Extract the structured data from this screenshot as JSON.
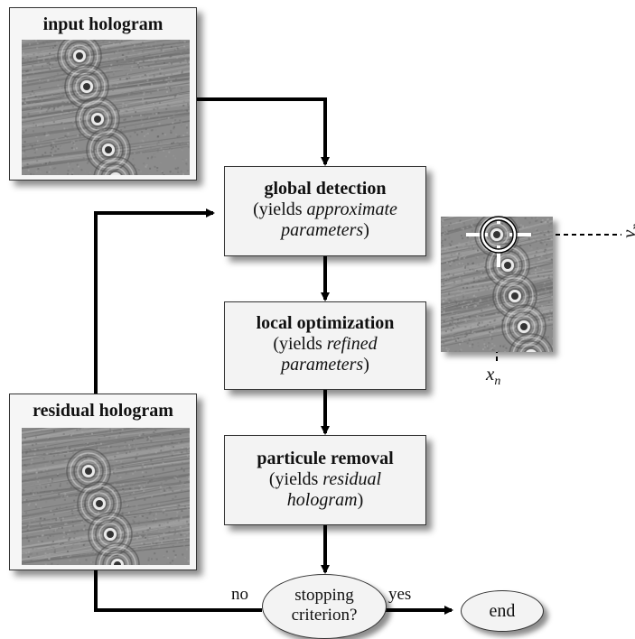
{
  "input_box": {
    "title": "input hologram"
  },
  "residual_box": {
    "title": "residual hologram"
  },
  "global_detection": {
    "title": "global detection",
    "line1_pre": "(yields ",
    "line1_em": "approximate",
    "line2_em": "parameters",
    "line2_post": ")"
  },
  "local_optimization": {
    "title": "local optimization",
    "line1_pre": "(yields ",
    "line1_em": "refined",
    "line2_em": "parameters",
    "line2_post": ")"
  },
  "particle_removal": {
    "title": "particule removal",
    "line1_pre": "(yields ",
    "line1_em": "residual",
    "line2_em": "hologram",
    "line2_post": ")"
  },
  "stopping": {
    "line1": "stopping",
    "line2": "criterion?"
  },
  "end_label": "end",
  "edge_labels": {
    "no": "no",
    "yes": "yes"
  },
  "coords": {
    "x_main": "x",
    "x_sub": "n",
    "y_main": "y",
    "y_sub": "n"
  },
  "colors": {
    "box_fill": "#f3f3f3",
    "border": "#333333",
    "arrow": "#000000",
    "hologram_gray": "#8a8a8a"
  }
}
